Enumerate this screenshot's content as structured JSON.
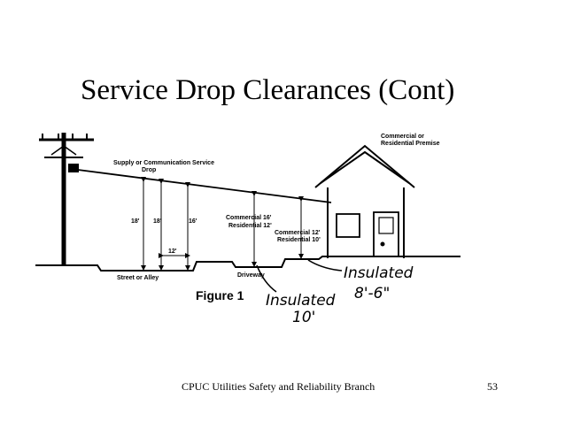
{
  "slide": {
    "title": "Service Drop Clearances (Cont)",
    "footer_text": "CPUC Utilities Safety and Reliability Branch",
    "page_number": "53"
  },
  "diagram": {
    "supply_label_line1": "Supply  or Communication Service",
    "supply_label_line2": "Drop",
    "premise_label_line1": "Commercial or",
    "premise_label_line2": "Residential Premise",
    "dim_18a": "18'",
    "dim_18b": "18'",
    "dim_16": "16'",
    "dim_12": "12'",
    "clear_mid_line1": "Commercial  16'",
    "clear_mid_line2": "Residential  12'",
    "clear_near_line1": "Commercial  12'",
    "clear_near_line2": "Residential  10'",
    "street_label": "Street or Alley",
    "driveway_label": "Driveway",
    "figure_label": "Figure 1",
    "hand_insulated_a_line1": "Insulated",
    "hand_insulated_a_line2": "10'",
    "hand_insulated_b_line1": "Insulated",
    "hand_insulated_b_line2": "8'-6\""
  }
}
